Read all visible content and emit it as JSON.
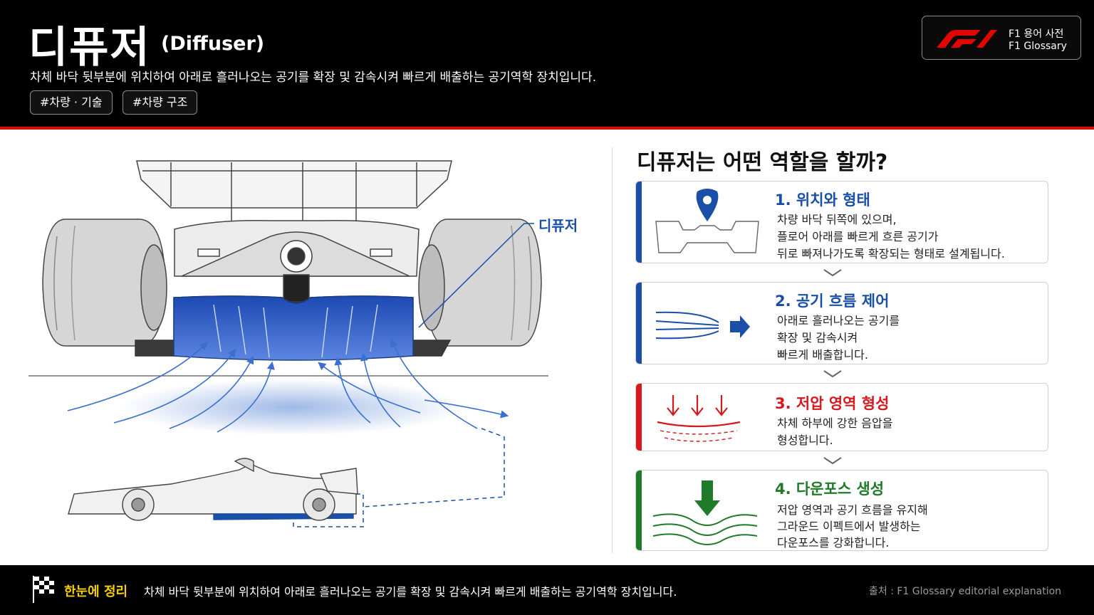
{
  "header": {
    "title_ko": "디퓨저",
    "title_en": "(Diffuser)",
    "subtitle": "차체 바닥 뒷부분에 위치하여 아래로 흘러나오는 공기를 확장 및 감속시켜 빠르게 배출하는 공기역학 장치입니다.",
    "tags": [
      "#차량 · 기술",
      "#차량 구조"
    ],
    "logo": {
      "line1": "F1 용어 사전",
      "line2": "F1 Glossary",
      "icon": "f1-logo-icon"
    }
  },
  "illustration": {
    "callout_label": "디퓨저",
    "colors": {
      "accent": "#1a4fa8",
      "line": "#444444"
    }
  },
  "right_panel": {
    "title": "디퓨저는 어떤 역할을 할까?",
    "cards": [
      {
        "title": "1. 위치와 형태",
        "lines": [
          "차량 바닥 뒤쪽에 있으며,",
          "플로어 아래를 빠르게 흐른 공기가",
          "뒤로 빠져나가도록 확장되는 형태로 설계됩니다."
        ],
        "color": "#1a4fa8",
        "icon": "location-pin-icon"
      },
      {
        "title": "2. 공기 흐름 제어",
        "lines": [
          "아래로 흘러나오는 공기를",
          "확장 및 감속시켜",
          "빠르게 배출합니다."
        ],
        "color": "#1a4fa8",
        "icon": "airflow-arrows-icon"
      },
      {
        "title": "3. 저압 영역 형성",
        "lines": [
          "차체 하부에 강한 음압을",
          "형성합니다."
        ],
        "color": "#d7191f",
        "icon": "low-pressure-icon"
      },
      {
        "title": "4. 다운포스 생성",
        "lines": [
          "저압 영역과 공기 흐름을 유지해",
          "그라운드 이펙트에서 발생하는",
          "다운포스를 강화합니다."
        ],
        "color": "#1f7a2a",
        "icon": "downforce-arrow-icon"
      }
    ]
  },
  "footer": {
    "key_label": "한눈에 정리",
    "summary": "차체 바닥 뒷부분에 위치하여 아래로 흘러나오는 공기를 확장 및 감속시켜 빠르게 배출하는 공기역학 장치입니다.",
    "source": "출처 : F1 Glossary  editorial explanation",
    "icon": "checkered-flag-icon"
  }
}
